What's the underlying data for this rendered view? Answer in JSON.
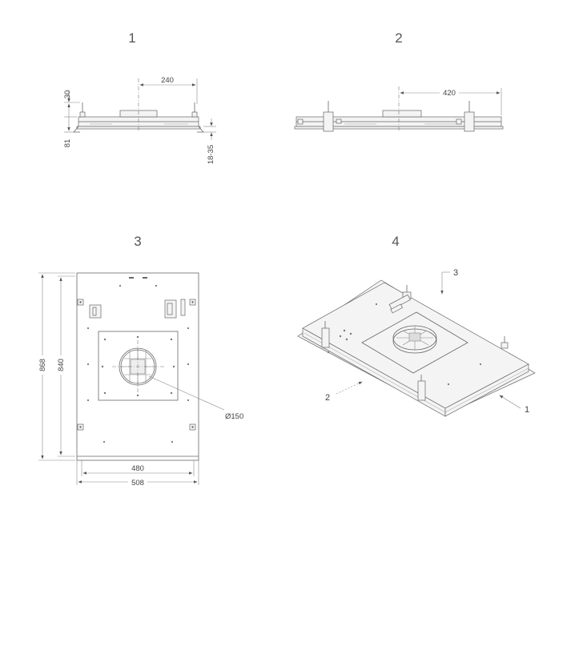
{
  "views": [
    {
      "number": "1",
      "dims": {
        "width": "240",
        "top": "30",
        "height": "81",
        "flange": "18-35"
      }
    },
    {
      "number": "2",
      "dims": {
        "width": "420"
      }
    },
    {
      "number": "3",
      "dims": {
        "outer_height": "868",
        "inner_height": "840",
        "inner_width": "480",
        "outer_width": "508",
        "duct": "Ø150"
      }
    },
    {
      "number": "4",
      "callouts": [
        "3",
        "2",
        "1"
      ]
    }
  ]
}
